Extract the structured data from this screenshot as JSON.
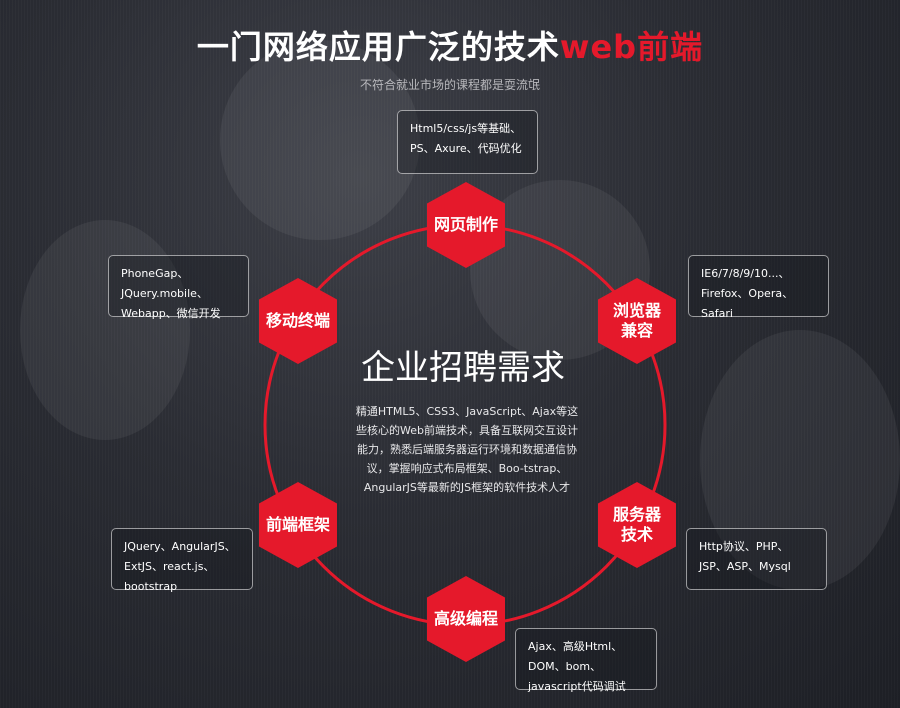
{
  "header": {
    "title_main": "一门网络应用广泛的技术",
    "title_accent": "web前端",
    "subtitle": "不符合就业市场的课程都是耍流氓"
  },
  "center": {
    "title": "企业招聘需求",
    "description": "精通HTML5、CSS3、JavaScript、Ajax等这些核心的Web前端技术，具备互联网交互设计能力，熟悉后端服务器运行环境和数据通信协议，掌握响应式布局框架、Boo-tstrap、AngularJS等最新的JS框架的软件技术人才"
  },
  "nodes": [
    {
      "label": "网页制作",
      "detail": "Html5/css/js等基础、\nPS、Axure、代码优化"
    },
    {
      "label": "浏览器\n兼容",
      "detail": "IE6/7/8/9/10...、\nFirefox、Opera、\nSafari"
    },
    {
      "label": "服务器\n技术",
      "detail": "Http协议、PHP、\nJSP、ASP、Mysql"
    },
    {
      "label": "高级编程",
      "detail": "Ajax、高级Html、\nDOM、bom、\njavascript代码调试"
    },
    {
      "label": "前端框架",
      "detail": "JQuery、AngularJS、\nExtJS、react.js、\nbootstrap"
    },
    {
      "label": "移动终端",
      "detail": "PhoneGap、\nJQuery.mobile、\nWebapp、微信开发"
    }
  ],
  "colors": {
    "accent": "#e5192b",
    "background": "#2a2c33"
  }
}
